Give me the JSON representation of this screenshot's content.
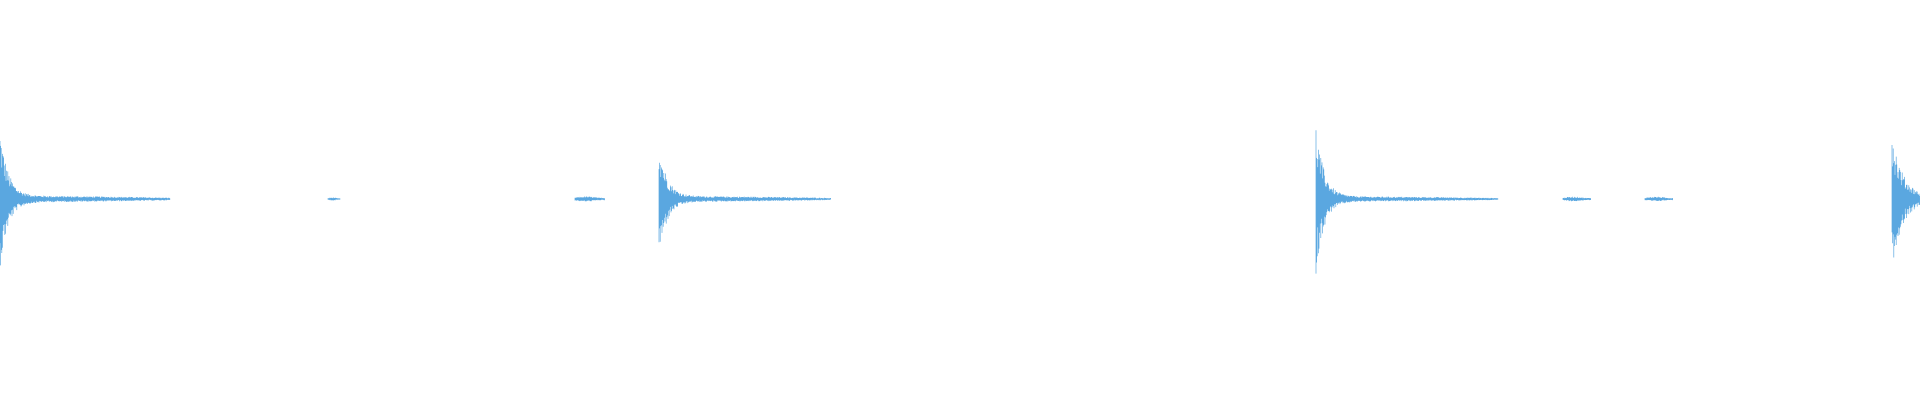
{
  "waveform": {
    "color": "#5aa7e0",
    "background": "#ffffff",
    "total_length": 1920,
    "events": [
      {
        "name": "hit-1",
        "onset": 0,
        "length": 170,
        "peak_up": 0.55,
        "peak_down": 0.55,
        "tail_level": 0.025
      },
      {
        "name": "blip-1",
        "onset": 328,
        "length": 12,
        "peak_up": 0.012,
        "peak_down": 0.012,
        "tail_level": 0.012
      },
      {
        "name": "blip-2",
        "onset": 575,
        "length": 30,
        "peak_up": 0.02,
        "peak_down": 0.02,
        "tail_level": 0.015
      },
      {
        "name": "hit-2",
        "onset": 659,
        "length": 172,
        "peak_up": 0.45,
        "peak_down": 0.45,
        "tail_level": 0.022
      },
      {
        "name": "hit-3",
        "onset": 1316,
        "length": 182,
        "peak_up": 0.58,
        "peak_down": 0.58,
        "tail_level": 0.02
      },
      {
        "name": "blip-3",
        "onset": 1563,
        "length": 28,
        "peak_up": 0.018,
        "peak_down": 0.018,
        "tail_level": 0.014
      },
      {
        "name": "blip-4",
        "onset": 1645,
        "length": 28,
        "peak_up": 0.018,
        "peak_down": 0.018,
        "tail_level": 0.014
      },
      {
        "name": "hit-4",
        "onset": 1892,
        "length": 28,
        "peak_up": 0.56,
        "peak_down": 0.56,
        "tail_level": 0.1
      }
    ]
  }
}
